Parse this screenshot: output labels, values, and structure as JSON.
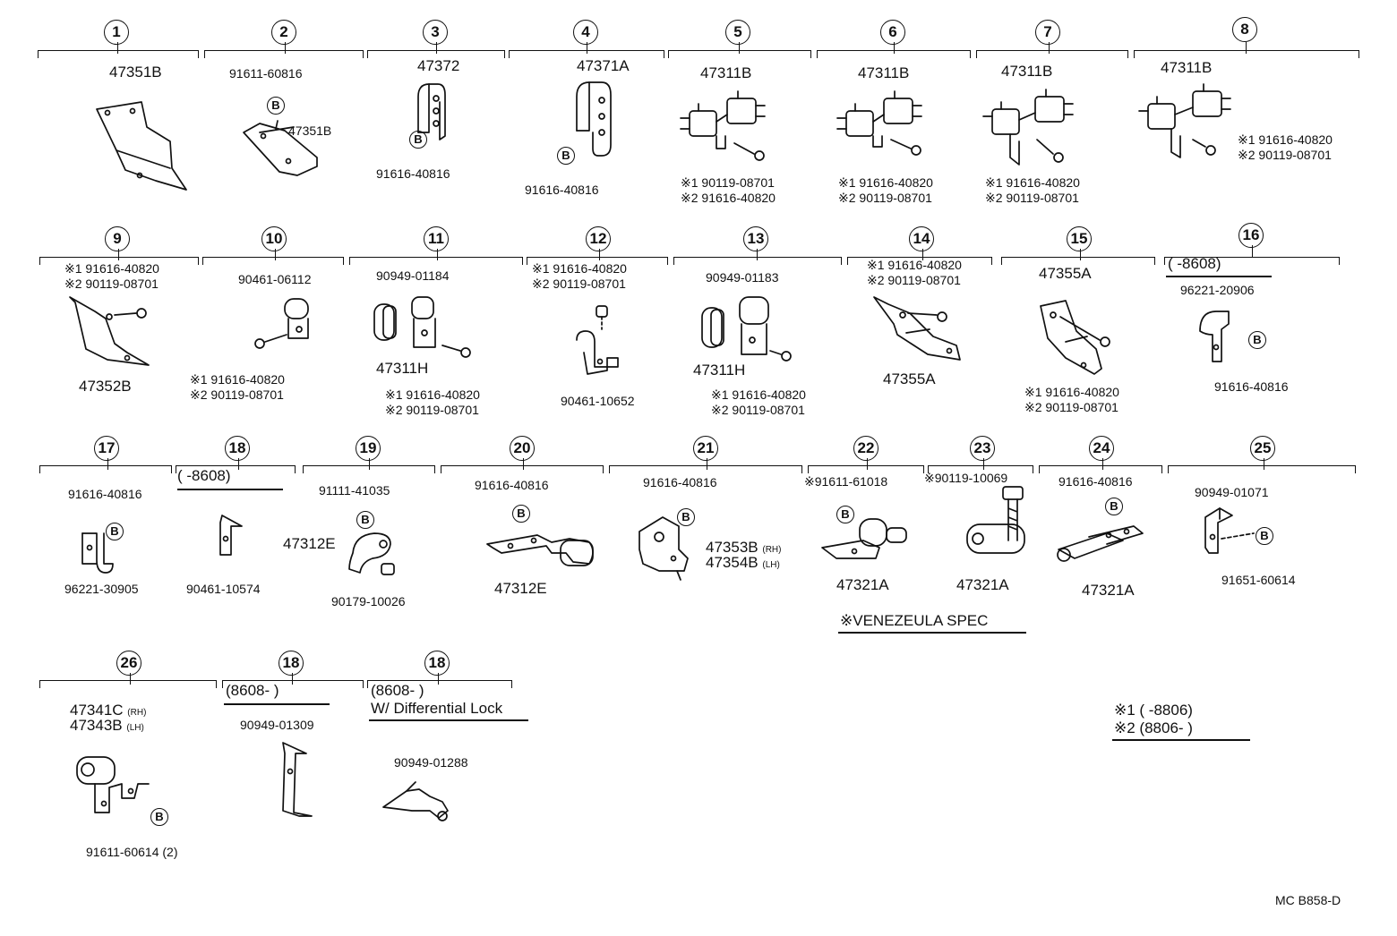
{
  "footer_code": "MC  B858-D",
  "spec_note": "※VENEZEULA SPEC",
  "legend": {
    "l1": "※1 (      -8806)",
    "l2": "※2 (8806-      )"
  },
  "marker_b": "B",
  "items": {
    "i1": {
      "num": "1",
      "labels": [
        "47351B"
      ]
    },
    "i2": {
      "num": "2",
      "labels": [
        "91611-60816",
        "47351B"
      ]
    },
    "i3": {
      "num": "3",
      "labels": [
        "47372",
        "91616-40816"
      ]
    },
    "i4": {
      "num": "4",
      "labels": [
        "47371A",
        "91616-40816"
      ]
    },
    "i5": {
      "num": "5",
      "labels": [
        "47311B",
        "※1 90119-08701",
        "※2 91616-40820"
      ]
    },
    "i6": {
      "num": "6",
      "labels": [
        "47311B",
        "※1 91616-40820",
        "※2 90119-08701"
      ]
    },
    "i7": {
      "num": "7",
      "labels": [
        "47311B",
        "※1 91616-40820",
        "※2 90119-08701"
      ]
    },
    "i8": {
      "num": "8",
      "labels": [
        "47311B",
        "※1 91616-40820",
        "※2 90119-08701"
      ]
    },
    "i9": {
      "num": "9",
      "labels": [
        "※1 91616-40820",
        "※2 90119-08701",
        "47352B"
      ]
    },
    "i10": {
      "num": "10",
      "labels": [
        "90461-06112",
        "※1 91616-40820",
        "※2 90119-08701"
      ]
    },
    "i11": {
      "num": "11",
      "labels": [
        "90949-01184",
        "47311H",
        "※1 91616-40820",
        "※2 90119-08701"
      ]
    },
    "i12": {
      "num": "12",
      "labels": [
        "※1 91616-40820",
        "※2 90119-08701",
        "90461-10652"
      ]
    },
    "i13": {
      "num": "13",
      "labels": [
        "90949-01183",
        "47311H",
        "※1 91616-40820",
        "※2 90119-08701"
      ]
    },
    "i14": {
      "num": "14",
      "labels": [
        "※1 91616-40820",
        "※2 90119-08701",
        "47355A"
      ]
    },
    "i15": {
      "num": "15",
      "labels": [
        "47355A",
        "※1 91616-40820",
        "※2 90119-08701"
      ]
    },
    "i16": {
      "num": "16",
      "labels": [
        "(      -8608)",
        "96221-20906",
        "91616-40816"
      ]
    },
    "i17": {
      "num": "17",
      "labels": [
        "91616-40816",
        "96221-30905"
      ]
    },
    "i18a": {
      "num": "18",
      "labels": [
        "(      -8608)",
        "90461-10574"
      ]
    },
    "i19": {
      "num": "19",
      "labels": [
        "91111-41035",
        "47312E",
        "90179-10026"
      ]
    },
    "i20": {
      "num": "20",
      "labels": [
        "91616-40816",
        "47312E"
      ]
    },
    "i21": {
      "num": "21",
      "labels": [
        "91616-40816",
        "47353B",
        "(RH)",
        "47354B",
        "(LH)"
      ]
    },
    "i22": {
      "num": "22",
      "labels": [
        "※91611-61018",
        "47321A"
      ]
    },
    "i23": {
      "num": "23",
      "labels": [
        "※90119-10069",
        "47321A"
      ]
    },
    "i24": {
      "num": "24",
      "labels": [
        "91616-40816",
        "47321A"
      ]
    },
    "i25": {
      "num": "25",
      "labels": [
        "90949-01071",
        "91651-60614"
      ]
    },
    "i26": {
      "num": "26",
      "labels": [
        "47341C",
        "(RH)",
        "47343B",
        "(LH)",
        "91611-60614 (2)"
      ]
    },
    "i18b": {
      "num": "18",
      "labels": [
        "(8608-      )",
        "90949-01309"
      ]
    },
    "i18c": {
      "num": "18",
      "labels": [
        "(8608-      )",
        "W/ Differential Lock",
        "90949-01288"
      ]
    }
  }
}
